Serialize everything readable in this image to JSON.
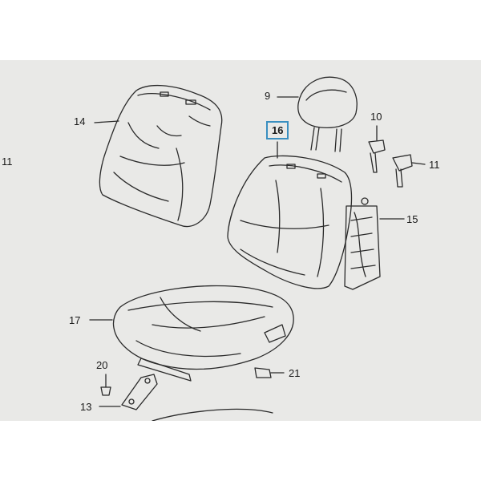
{
  "diagram": {
    "callouts": {
      "c9": "9",
      "c10": "10",
      "c11_left": "11",
      "c11_right": "11",
      "c13": "13",
      "c14": "14",
      "c15": "15",
      "c16": "16",
      "c17": "17",
      "c20": "20",
      "c21": "21"
    },
    "highlight_color": "#3a8fc0",
    "parts": [
      "headrest",
      "headrest-guide",
      "bolt",
      "seat-back-cover",
      "seat-back-pad",
      "seat-back-frame",
      "seat-cushion",
      "bracket",
      "screw",
      "bolt-21"
    ]
  }
}
